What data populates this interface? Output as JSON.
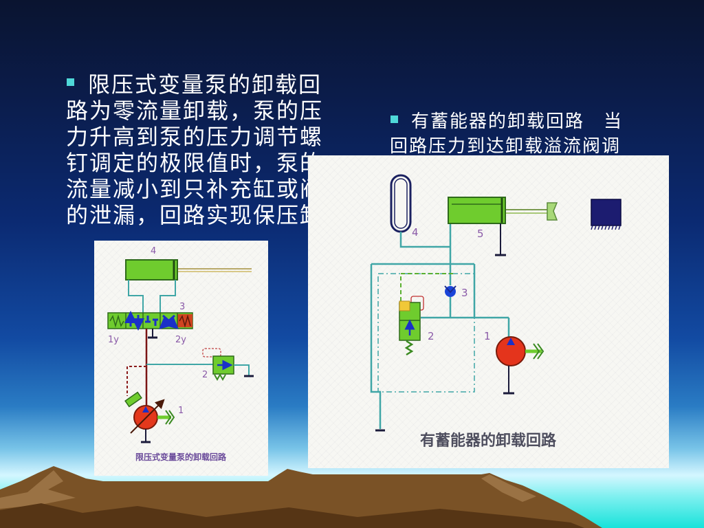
{
  "slide": {
    "left_bullet": {
      "lines": [
        "限压式变量泵的卸载回",
        "路为零流量卸载，泵的压",
        "力升高到泵的压力调节螺",
        "钉调定的极限值时，泵的",
        "流量减小到只补充缸或阀",
        "的泄漏，回路实现保压卸"
      ]
    },
    "right_bullet": {
      "lines": [
        "有蓄能器的卸载回路　当",
        "回路压力到达卸载溢流阀调"
      ]
    }
  },
  "left_diagram": {
    "labels": {
      "cylinder": "4",
      "valve": "3",
      "solenoid_left": "1y",
      "solenoid_right": "2y",
      "relief_valve": "2",
      "pump": "1"
    },
    "caption": "限压式变量泵的卸载回路"
  },
  "right_diagram": {
    "labels": {
      "accumulator": "4",
      "cylinder": "5",
      "check_valve": "3",
      "unloading_valve": "2",
      "pump": "1"
    },
    "caption": "有蓄能器的卸载回路"
  },
  "colors": {
    "bullet": "#4fd8d8",
    "text": "#ffffff",
    "label": "#8a5aa8",
    "pipe": "#3fa6a6",
    "component_green": "#6fcc2e",
    "pump_red": "#e4381c",
    "arrow_blue": "#1a30c8"
  }
}
